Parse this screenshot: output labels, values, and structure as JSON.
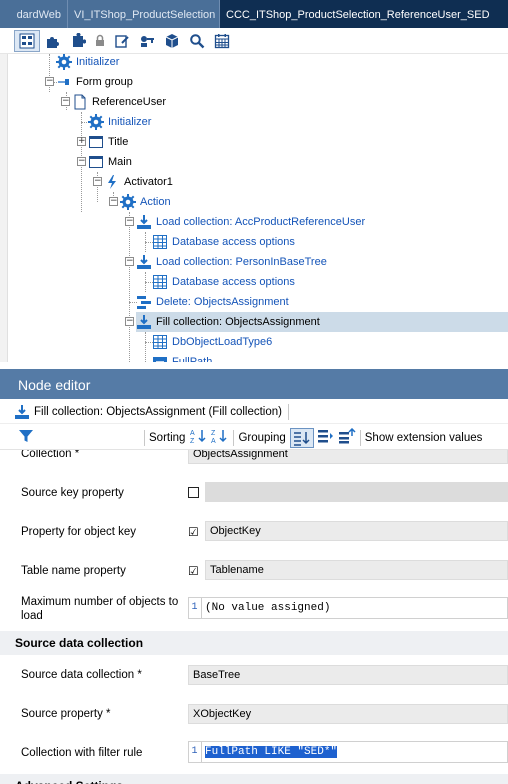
{
  "tabs": [
    {
      "label": "dardWeb"
    },
    {
      "label": "VI_ITShop_ProductSelection"
    },
    {
      "label": "CCC_ITShop_ProductSelection_ReferenceUser_SED"
    }
  ],
  "toolbar": {
    "icons": [
      "tree-view-icon",
      "puzzle-icon",
      "puzzle-alt-icon",
      "lock-icon",
      "edit-icon",
      "users-key-icon",
      "cube-icon",
      "search-icon",
      "calendar-grid-icon"
    ]
  },
  "tree": {
    "nodes": [
      {
        "label": "Initializer"
      },
      {
        "label": "Form group"
      },
      {
        "label": "ReferenceUser"
      },
      {
        "label": "Initializer"
      },
      {
        "label": "Title"
      },
      {
        "label": "Main"
      },
      {
        "label": "Activator1"
      },
      {
        "label": "Action"
      },
      {
        "label": "Load collection: AccProductReferenceUser"
      },
      {
        "label": "Database access options"
      },
      {
        "label": "Load collection: PersonInBaseTree"
      },
      {
        "label": "Database access options"
      },
      {
        "label": "Delete: ObjectsAssignment"
      },
      {
        "label": "Fill collection: ObjectsAssignment"
      },
      {
        "label": "DbObjectLoadType6"
      },
      {
        "label": "FullPath"
      }
    ]
  },
  "node_editor": {
    "header": "Node editor",
    "title": "Fill collection: ObjectsAssignment (Fill collection)",
    "tools": {
      "sorting": "Sorting",
      "grouping": "Grouping",
      "show_extension_values": "Show extension values"
    }
  },
  "form": {
    "collection": {
      "label": "Collection *",
      "value": "ObjectsAssignment"
    },
    "source_key_property": {
      "label": "Source key property",
      "checked": false
    },
    "property_for_object_key": {
      "label": "Property for object key",
      "checked": true,
      "value": "ObjectKey"
    },
    "table_name_property": {
      "label": "Table name property",
      "checked": true,
      "value": "Tablename"
    },
    "max_objects": {
      "label": "Maximum number of objects to load",
      "line": "1",
      "value": "(No value assigned)"
    },
    "section_source": "Source data collection",
    "source_data_collection": {
      "label": "Source data collection *",
      "value": "BaseTree"
    },
    "source_property": {
      "label": "Source property *",
      "value": "XObjectKey"
    },
    "filter_rule": {
      "label": "Collection with filter rule",
      "line": "1",
      "value": "FullPath LIKE \"SED*\""
    },
    "section_advanced": "Advanced Settings"
  },
  "colors": {
    "tab_bar": "#4a6f98",
    "active_tab": "#0f2e52",
    "node_editor_header": "#557ba6",
    "highlight_row": "#ccdbe8",
    "link_blue": "#1454b8"
  }
}
